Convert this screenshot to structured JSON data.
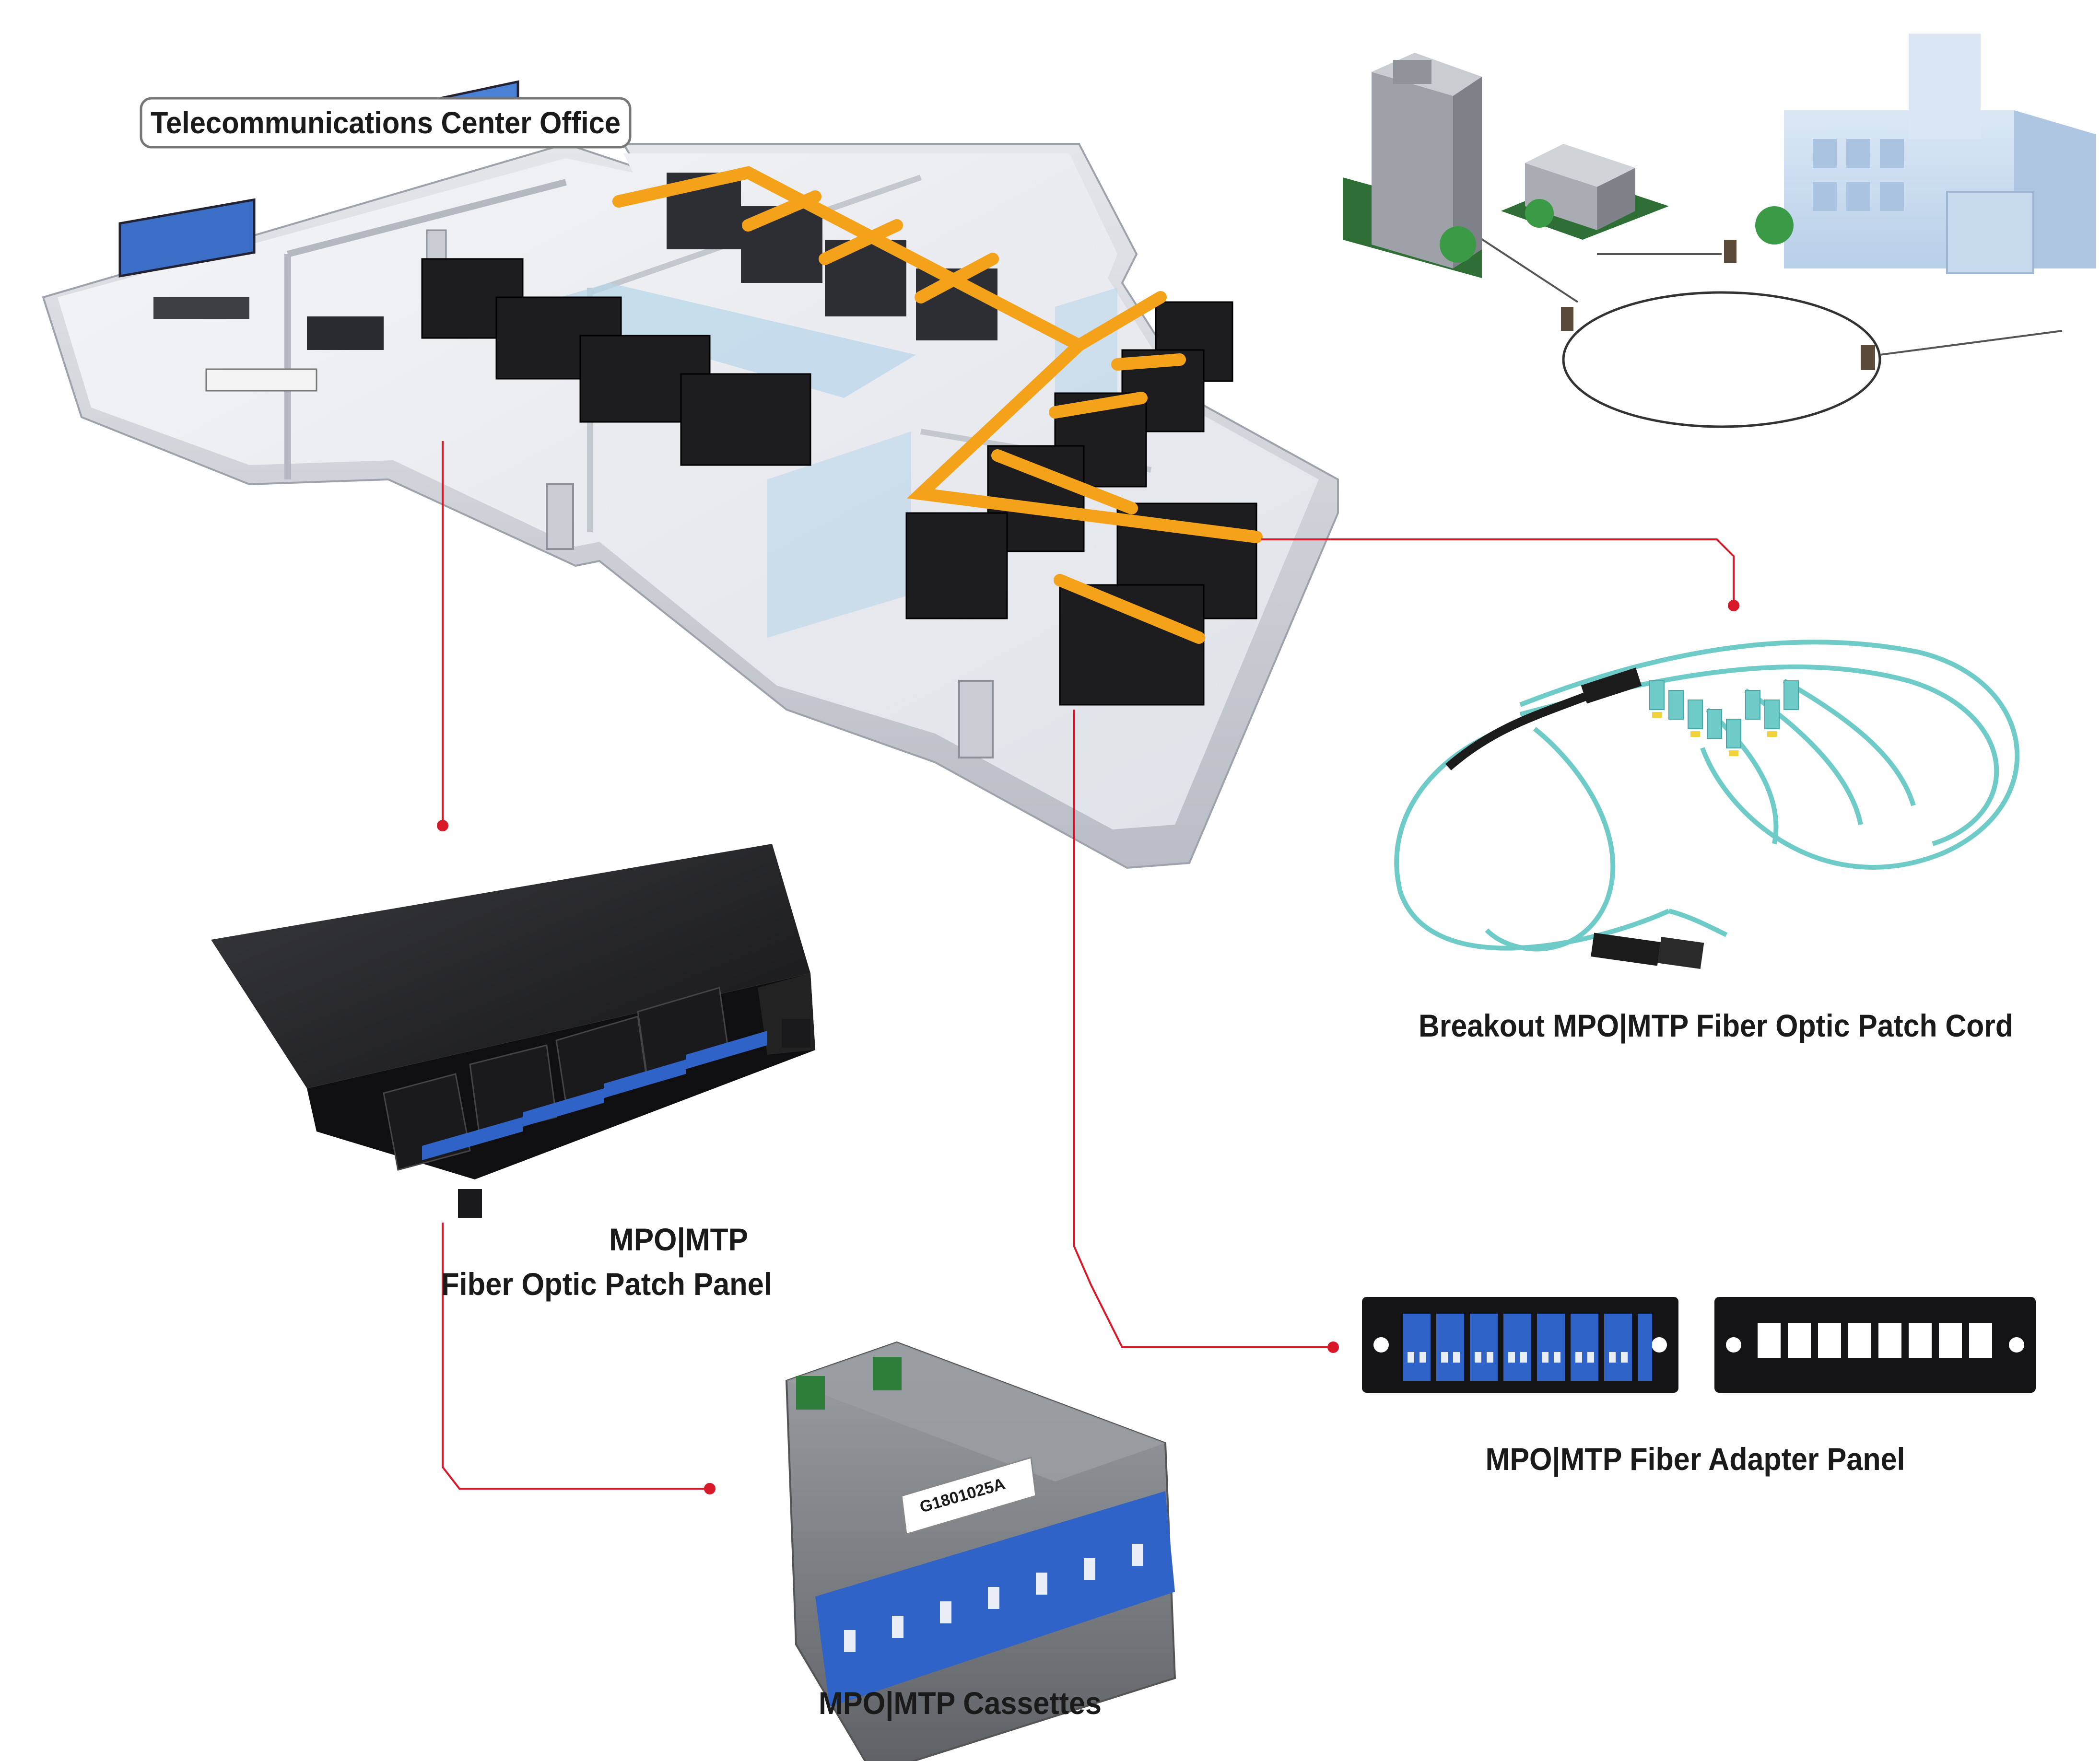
{
  "office_label": "Telecommunications Center Office",
  "products": [
    {
      "id": "breakout-cord",
      "label_lines": [
        "Breakout MPO|MTP Fiber Optic Patch Cord"
      ]
    },
    {
      "id": "patch-panel",
      "label_lines": [
        "MPO|MTP",
        "Fiber Optic Patch Panel"
      ]
    },
    {
      "id": "adapter-panel",
      "label_lines": [
        "MPO|MTP Fiber Adapter Panel"
      ]
    },
    {
      "id": "cassettes",
      "label_lines": [
        "MPO|MTP Cassettes"
      ]
    }
  ],
  "cassette_sticker": "G1801025A",
  "colors": {
    "connector_line": "#d7192a",
    "cable_tray": "#f4a21a",
    "rack": "#1d1d1f",
    "floor": "#e9ebef",
    "wall": "#d6d9df",
    "aqua_fiber": "#6fcbc8",
    "adapter_blue": "#2f63c8",
    "building_glass": "#cfe0f3"
  }
}
